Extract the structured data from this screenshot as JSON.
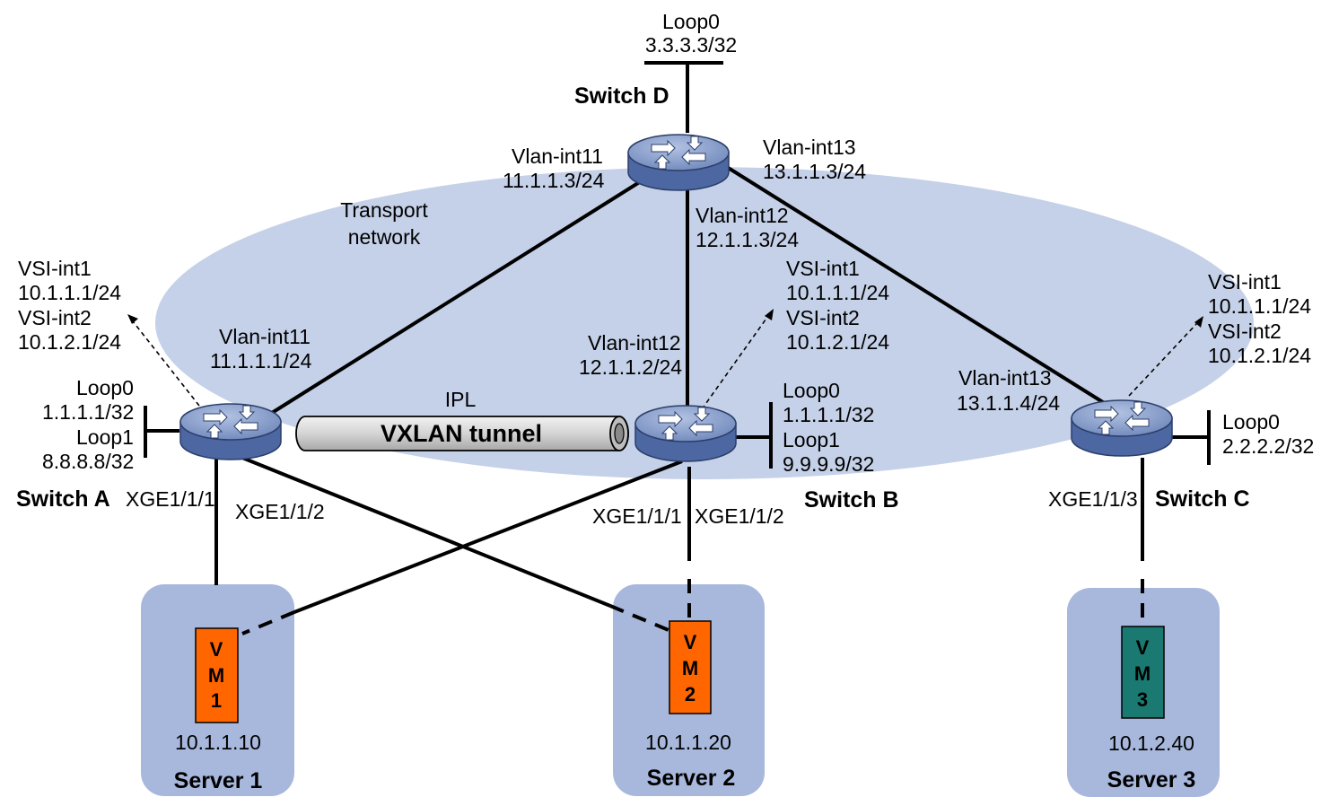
{
  "colors": {
    "transport_ellipse": "#c5d1e8",
    "server_box": "#a8b8dc",
    "switch_body": "#4e6aa6",
    "switch_top": "#8ea3cc",
    "vm_orange": "#ff6600",
    "vm_teal": "#1a7a72",
    "tunnel": "#d0d0d0"
  },
  "icons": {
    "switch": "router-icon",
    "vm": "vm-icon"
  },
  "transport_network": {
    "line1": "Transport",
    "line2": "network"
  },
  "tunnel": {
    "ipl": "IPL",
    "label": "VXLAN tunnel"
  },
  "switch_d": {
    "name": "Switch D",
    "loop0": {
      "name": "Loop0",
      "ip": "3.3.3.3/32"
    },
    "vlan11": {
      "name": "Vlan-int11",
      "ip": "11.1.1.3/24"
    },
    "vlan12": {
      "name": "Vlan-int12",
      "ip": "12.1.1.3/24"
    },
    "vlan13": {
      "name": "Vlan-int13",
      "ip": "13.1.1.3/24"
    }
  },
  "switch_a": {
    "name": "Switch A",
    "vsi1": {
      "name": "VSI-int1",
      "ip": "10.1.1.1/24"
    },
    "vsi2": {
      "name": "VSI-int2",
      "ip": "10.1.2.1/24"
    },
    "vlan11": {
      "name": "Vlan-int11",
      "ip": "11.1.1.1/24"
    },
    "loop0": {
      "name": "Loop0",
      "ip": "1.1.1.1/32"
    },
    "loop1": {
      "name": "Loop1",
      "ip": "8.8.8.8/32"
    },
    "port1": "XGE1/1/1",
    "port2": "XGE1/1/2"
  },
  "switch_b": {
    "name": "Switch B",
    "vsi1": {
      "name": "VSI-int1",
      "ip": "10.1.1.1/24"
    },
    "vsi2": {
      "name": "VSI-int2",
      "ip": "10.1.2.1/24"
    },
    "vlan12": {
      "name": "Vlan-int12",
      "ip": "12.1.1.2/24"
    },
    "loop0": {
      "name": "Loop0",
      "ip": "1.1.1.1/32"
    },
    "loop1": {
      "name": "Loop1",
      "ip": "9.9.9.9/32"
    },
    "port1": "XGE1/1/1",
    "port2": "XGE1/1/2"
  },
  "switch_c": {
    "name": "Switch C",
    "vsi1": {
      "name": "VSI-int1",
      "ip": "10.1.1.1/24"
    },
    "vsi2": {
      "name": "VSI-int2",
      "ip": "10.1.2.1/24"
    },
    "vlan13": {
      "name": "Vlan-int13",
      "ip": "13.1.1.4/24"
    },
    "loop0": {
      "name": "Loop0",
      "ip": "2.2.2.2/32"
    },
    "port": "XGE1/1/3"
  },
  "servers": [
    {
      "name": "Server 1",
      "ip": "10.1.1.10",
      "vm": [
        "V",
        "M",
        "1"
      ]
    },
    {
      "name": "Server 2",
      "ip": "10.1.1.20",
      "vm": [
        "V",
        "M",
        "2"
      ]
    },
    {
      "name": "Server 3",
      "ip": "10.1.2.40",
      "vm": [
        "V",
        "M",
        "3"
      ]
    }
  ]
}
